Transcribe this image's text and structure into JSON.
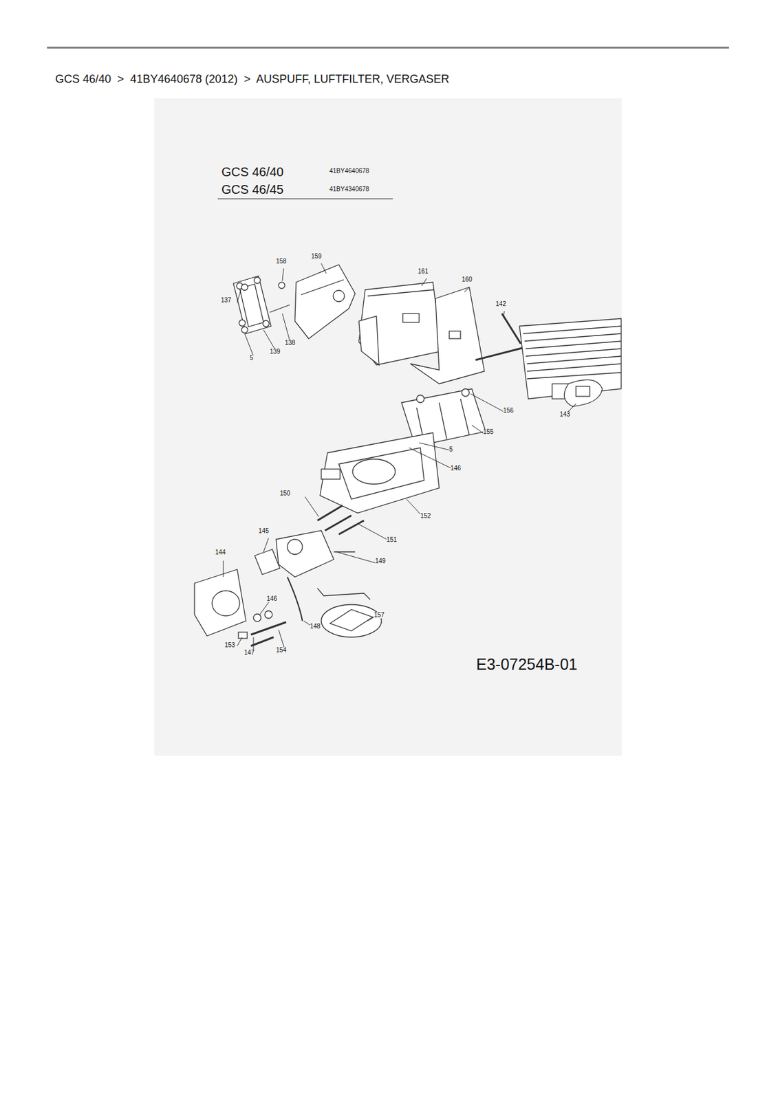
{
  "diagram": {
    "title": "GCS 46/40  >  41BY4640678 (2012)  >  AUSPUFF, LUFTFILTER, VERGASER",
    "labels": [
      "GCS 46/40",
      "41BY4640678",
      "GCS 46/45",
      "41BY4340678",
      "158",
      "159",
      "161",
      "160",
      "142",
      "137",
      "138",
      "139",
      "5",
      "156",
      "143",
      "155",
      "5",
      "146",
      "150",
      "152",
      "151",
      "145",
      "144",
      "149",
      "146",
      "157",
      "148",
      "153",
      "147",
      "154",
      "E3-07254B-01"
    ]
  }
}
